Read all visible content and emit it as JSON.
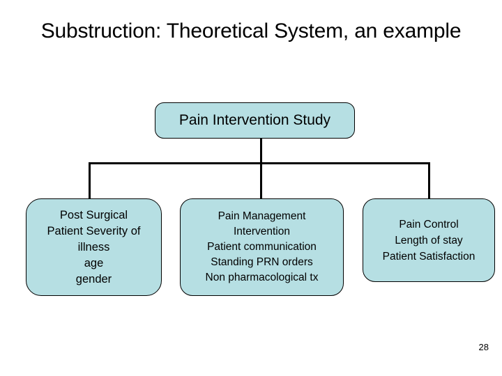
{
  "slide": {
    "title": "Substruction: Theoretical System,\nan example",
    "page_number": "28",
    "background_color": "#ffffff",
    "box_fill_color": "#b6dfe3",
    "box_border_color": "#000000",
    "connector_color": "#000000"
  },
  "diagram": {
    "root": {
      "label": "Pain Intervention Study"
    },
    "children": [
      {
        "id": "antecedent",
        "label": "Post Surgical\nPatient Severity of\nillness\nage\ngender"
      },
      {
        "id": "intervention",
        "label": "Pain Management\nIntervention\nPatient communication\nStanding PRN orders\nNon pharmacological tx"
      },
      {
        "id": "outcome",
        "label": "Pain Control\nLength of stay\nPatient Satisfaction"
      }
    ]
  }
}
